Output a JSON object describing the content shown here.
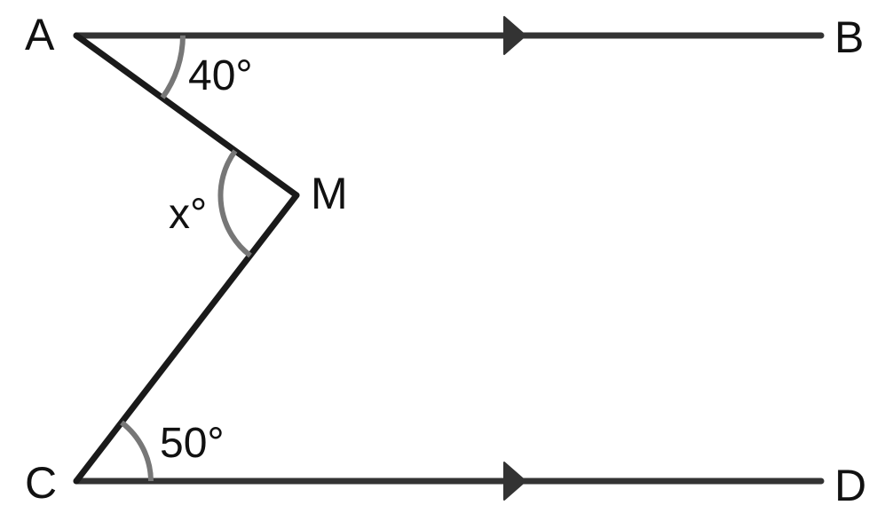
{
  "points": {
    "A": "A",
    "B": "B",
    "C": "C",
    "D": "D",
    "M": "M"
  },
  "angles": {
    "angle_A": "40°",
    "angle_M": "x°",
    "angle_C": "50°"
  },
  "colors": {
    "line": "#333333",
    "angle_arc": "#777777",
    "text": "#111111"
  }
}
